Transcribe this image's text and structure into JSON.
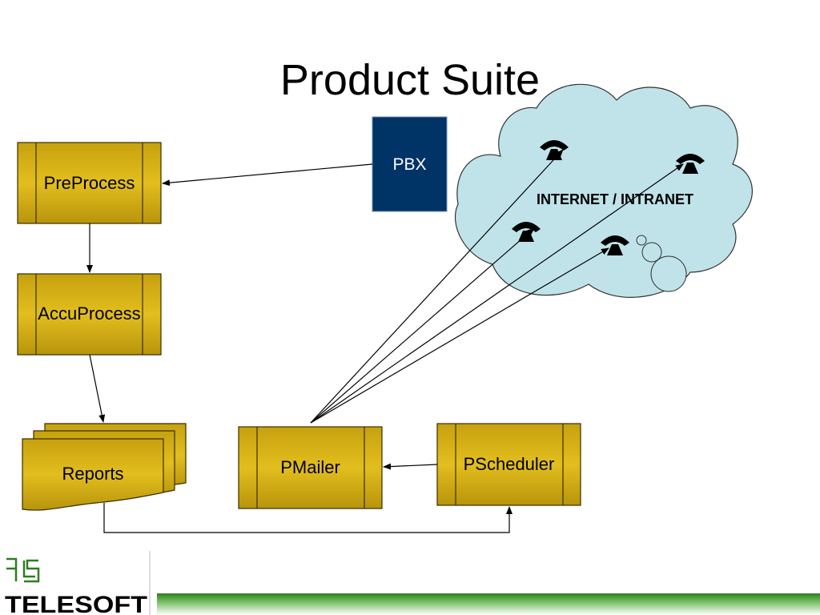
{
  "slide": {
    "title": "Product Suite"
  },
  "nodes": {
    "preprocess": "PreProcess",
    "accuprocess": "AccuProcess",
    "reports": "Reports",
    "pmailer": "PMailer",
    "pscheduler": "PScheduler",
    "pbx": "PBX",
    "network": "INTERNET / INTRANET"
  },
  "logo": {
    "text": "TELESOFT"
  },
  "colors": {
    "process_fill": "#C9A417",
    "process_stroke": "#3A2E00",
    "pbx_fill": "#003366",
    "cloud_fill": "#BFE3E9",
    "footer_bar": "#2E7D22"
  }
}
